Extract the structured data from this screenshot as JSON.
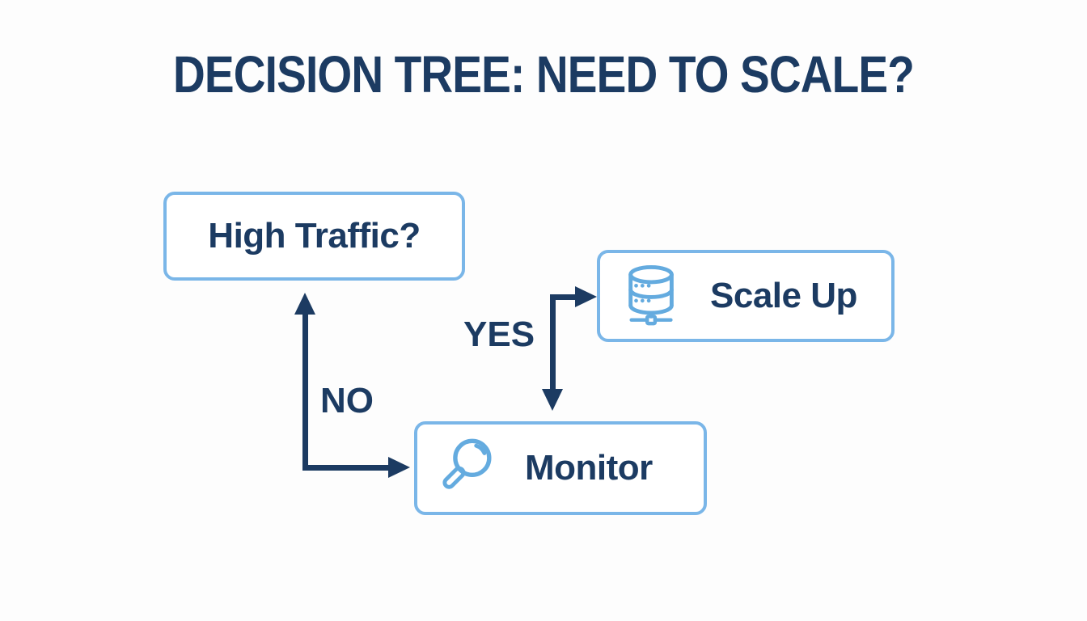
{
  "title": "DECISION TREE: NEED TO SCALE?",
  "nodes": {
    "high_traffic": {
      "label": "High Traffic?"
    },
    "scale_up": {
      "label": "Scale Up",
      "icon": "server-stack-icon"
    },
    "monitor": {
      "label": "Monitor",
      "icon": "magnifier-icon"
    }
  },
  "edges": {
    "no": {
      "label": "NO"
    },
    "yes": {
      "label": "YES"
    }
  },
  "colors": {
    "navy": "#1c3b62",
    "box_border_blue": "#7ab6e8",
    "icon_blue": "#64abdf",
    "background": "#fdfdfd",
    "box_background": "#ffffff"
  }
}
